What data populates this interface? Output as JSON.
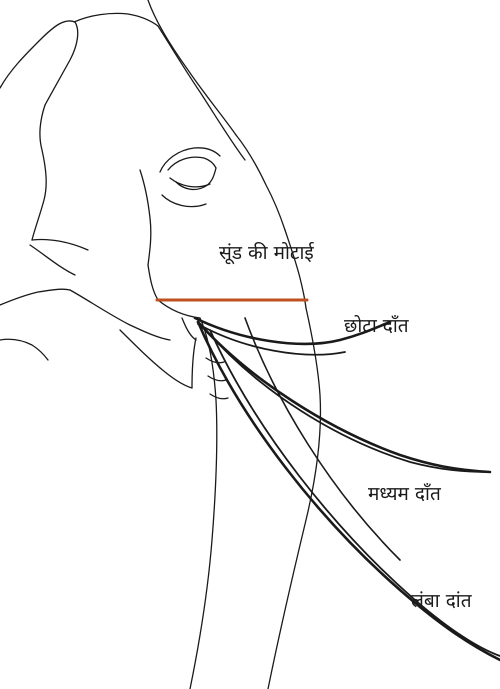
{
  "labels": {
    "trunk_thickness": "सूंड की मोटाई",
    "short_tusk": "छोटा दाँत",
    "medium_tusk": "मध्यम दाँत",
    "long_tusk": "लंबा दांत"
  },
  "colors": {
    "outline": "#1a1a1a",
    "tusk": "#1a1a1a",
    "measure_line": "#c0501f",
    "background": "#ffffff"
  }
}
